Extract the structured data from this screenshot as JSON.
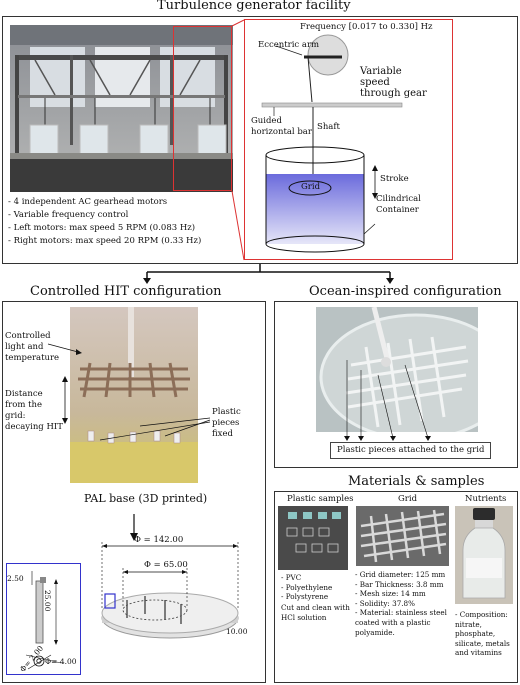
{
  "facility": {
    "title": "Turbulence generator facility",
    "bullets": [
      "4 independent AC gearhead motors",
      "Variable frequency control",
      "Left motors: max speed 5 RPM (0.083 Hz)",
      "Right motors: max speed 20 RPM (0.33 Hz)"
    ],
    "schematic": {
      "frequency": "Frequency [0.017 to 0.330] Hz",
      "eccentric_arm": "Eccentric arm",
      "variable_speed": [
        "Variable",
        "speed",
        "through gear"
      ],
      "guided_bar": [
        "Guided",
        "horizontal bar"
      ],
      "shaft": "Shaft",
      "grid": "Grid",
      "stroke": "Stroke",
      "container": [
        "Cilindrical",
        "Container"
      ]
    }
  },
  "hit": {
    "title": "Controlled HIT configuration",
    "labels": {
      "light": [
        "Controlled",
        "light and",
        "temperature"
      ],
      "distance": [
        "Distance",
        "from the",
        "grid:",
        "decaying HIT"
      ],
      "plastic": [
        "Plastic",
        "pieces",
        "fixed"
      ]
    },
    "pal_base": "PAL base (3D printed)",
    "dims": {
      "phi142": "Φ = 142.00",
      "phi65": "Φ = 65.00",
      "h10": "10.00",
      "d250": "2.50",
      "d2500": "25.00",
      "d400": "Φ= 4.00",
      "d200": "Φ= 2.00"
    }
  },
  "ocean": {
    "title": "Ocean-inspired configuration",
    "caption": "Plastic pieces attached to the grid"
  },
  "materials": {
    "title": "Materials & samples",
    "plastic": {
      "header": "Plastic samples",
      "items": [
        "PVC",
        "Polyethylene",
        "Polystyrene"
      ],
      "note": [
        "Cut and clean with",
        "HCl solution"
      ]
    },
    "grid": {
      "header": "Grid",
      "items": [
        "Grid diameter: 125 mm",
        "Bar Thickness: 3.8 mm",
        "Mesh size: 14 mm",
        "Solidity: 37.8%",
        "Material: stainless steel coated with a plastic polyamide."
      ]
    },
    "nutrients": {
      "header": "Nutrients",
      "items": [
        "Composition: nitrate, phosphate, silicate, metals and vitamins"
      ]
    }
  }
}
